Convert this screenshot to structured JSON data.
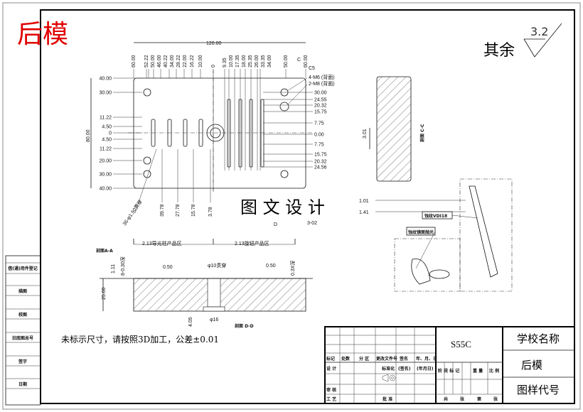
{
  "title": "后模",
  "roughness": {
    "label": "其余",
    "value": "3.2"
  },
  "watermark": "图 文 设 计",
  "left_panel": [
    "借(通)用件登记",
    "描图",
    "校图",
    "旧底图总号",
    "签字",
    "日期"
  ],
  "top_view": {
    "width_dim": "120.00",
    "top_dims": [
      "60.00",
      "52.22",
      "50.00",
      "46.00",
      "40.22",
      "34.00",
      "28.22",
      "22.00",
      "16.22",
      "10.00",
      "0",
      "9.35",
      "10.00",
      "17.35",
      "18.00",
      "25.35",
      "26.00",
      "33.35",
      "34.00",
      "50.00",
      "60.00"
    ],
    "section_mark": "C",
    "height_dim": "80.00",
    "left_dims": [
      "40.00",
      "30.00",
      "11.22",
      "4.50",
      "0",
      "4.50",
      "11.22",
      "20.00",
      "30.00",
      "40.00"
    ],
    "right_dims": [
      "30.00",
      "24.55",
      "20.32",
      "15.75",
      "7.75",
      "0.00",
      "7.75",
      "15.75",
      "20.32",
      "24.56"
    ],
    "callouts": [
      "C5",
      "4-M6 (背面)",
      "2-M8 (背面)"
    ],
    "bottom_dims": [
      "39.78",
      "27.78",
      "15.78",
      "3.78"
    ],
    "hole_note": "36-φ1.50贯穿",
    "view_ref": "3-02",
    "section_label": "D"
  },
  "section_view": {
    "zones": [
      "2.13导光柱产品区",
      "2.13旋钮产品区"
    ],
    "dims": [
      "1.11",
      "8-0.30深",
      "0.50",
      "φ10贯穿",
      "0.50",
      "0.3X深",
      "25.00",
      "4.05",
      "φ16"
    ],
    "side_label": "剖面A-A",
    "caption": "剖面 D-D"
  },
  "side_view": {
    "dims": [
      "3.01",
      "1.01",
      "1.41"
    ],
    "caption": "剖面 C-C"
  },
  "detail_labels": [
    "蚀纹VDI18",
    "蚀纹镜面抛光"
  ],
  "note": "未标示尺寸，请按照3D加工，公差±0.01",
  "title_block": {
    "material": "S55C",
    "school": "学校名称",
    "part_name": "后模",
    "drawing_no": "图样代号",
    "rev_headers": [
      "标记",
      "处数",
      "分 区",
      "更改文件号",
      "签名",
      "年、月、日"
    ],
    "sign_rows": [
      "设 计",
      "审 核",
      "工 艺"
    ],
    "std": "标准化",
    "sig": "(签名)",
    "date": "(年月日)",
    "approve": "批 准",
    "stage_headers": [
      "阶 段 标 记",
      "重 量",
      "比 例"
    ],
    "sheet": [
      "共",
      "张",
      "第",
      "张"
    ]
  }
}
